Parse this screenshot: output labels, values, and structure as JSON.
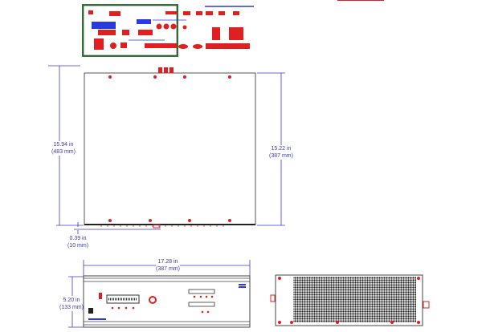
{
  "colors": {
    "dimension": "#3a3ac0",
    "outline": "#333333",
    "component": "#e02020",
    "label_blue": "#2a3adf",
    "pcb_border": "#2e7d32"
  },
  "dimensions": {
    "depth_overall": {
      "imperial": "15.94 in",
      "metric": "(483 mm)"
    },
    "depth_body": {
      "imperial": "15.22 in",
      "metric": "(387 mm)"
    },
    "offset": {
      "imperial": "0.39 in",
      "metric": "(10 mm)"
    },
    "width": {
      "imperial": "17.28 in",
      "metric": "(387 mm)"
    },
    "height": {
      "imperial": "5.20 in",
      "metric": "(133 mm)"
    }
  }
}
